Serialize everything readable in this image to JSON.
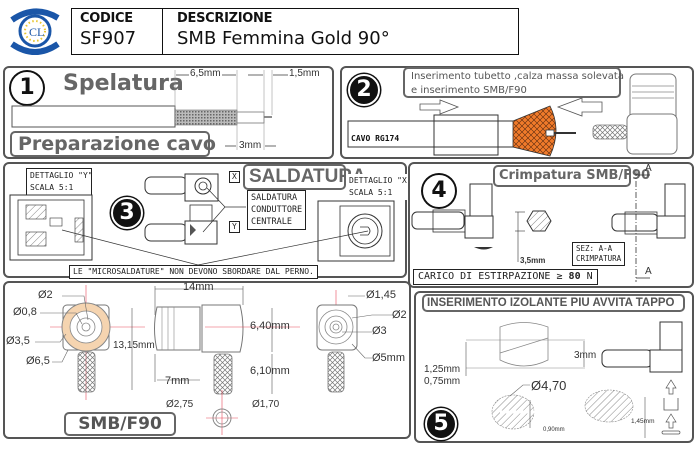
{
  "header": {
    "logo_icon": "company-logo-icon",
    "code_label": "CODICE",
    "code_value": "SF907",
    "description_label": "DESCRIZIONE",
    "description_value": "SMB Femmina Gold 90°"
  },
  "step1": {
    "number": "1",
    "title": "Spelatura",
    "subtitle": "Preparazione cavo",
    "dims": {
      "braid": "6,5mm",
      "pin": "1,5mm",
      "dielectric": "3mm"
    }
  },
  "step2": {
    "number": "2",
    "instruction_line1": "Inserimento tubetto ,calza massa solevata",
    "instruction_line2": "e inserimento SMB/F90",
    "cable_label": "CAVO RG174",
    "braid_color": "#f07a2a"
  },
  "step3": {
    "number": "3",
    "title": "SALDATURA",
    "detail_y_line1": "DETTAGLIO \"Y\"",
    "detail_y_line2": "SCALA 5:1",
    "detail_x_line1": "DETTAGLIO \"X\"",
    "detail_x_line2": "SCALA 5:1",
    "marker_x": "X",
    "marker_y": "Y",
    "solder_note_lines": [
      "SALDATURA",
      "CONDUTTORE",
      "CENTRALE"
    ],
    "warning": "LE \"MICROSALDATURE\" NON DEVONO SBORDARE DAL PERNO."
  },
  "step4": {
    "number": "4",
    "title": "Crimpatura SMB/F90",
    "section_marker": "A",
    "hex_dim": "3,5mm",
    "section_label_line1": "SEZ: A-A",
    "section_label_line2": "CRIMPATURA",
    "pull_force_label": "CARICO DI ESTIRPAZIONE",
    "pull_force_op": "≥",
    "pull_force_value": "80",
    "pull_force_unit": "N"
  },
  "dimensions": {
    "label": "SMB/F90",
    "left_view": [
      "Ø2",
      "Ø0,8",
      "Ø3,5",
      "Ø6,5"
    ],
    "height": "13,15mm",
    "length": "14mm",
    "half_length": "7mm",
    "body_height": "6,40mm",
    "crimp_length": "6,10mm",
    "pin_outer": "Ø2,75",
    "pin_inner": "Ø1,70",
    "right_view": [
      "Ø1,45",
      "Ø2",
      "Ø3",
      "Ø5mm"
    ],
    "accent_color": "#f5d4b0",
    "axis_color": "#e84a5a"
  },
  "step5": {
    "number": "5",
    "title": "INSERIMENTO IZOLANTE PIU AVVITA TAPPO",
    "dims": {
      "height": "3mm",
      "a": "1,25mm",
      "b": "0,75mm",
      "diameter": "Ø4,70",
      "slot": "0,90mm",
      "thickness": "1,45mm"
    }
  }
}
